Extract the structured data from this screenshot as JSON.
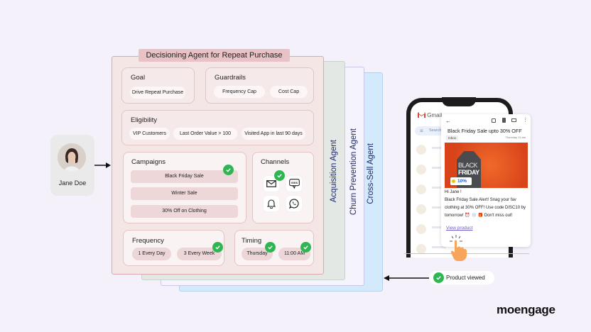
{
  "main_agent": {
    "title": "Decisioning Agent for Repeat Purchase",
    "goal": {
      "title": "Goal",
      "items": [
        "Drive Repeat Purchase"
      ]
    },
    "guardrails": {
      "title": "Guardrails",
      "items": [
        "Frequency Cap",
        "Cost Cap"
      ]
    },
    "eligibility": {
      "title": "Eligibility",
      "items": [
        "VIP Customers",
        "Last Order Value > 100",
        "Visited App in last 90 days"
      ]
    },
    "campaigns": {
      "title": "Campaigns",
      "items": [
        "Black Friday Sale",
        "Winter Sale",
        "30% Off on Clothing"
      ],
      "selected": "Black Friday Sale"
    },
    "channels": {
      "title": "Channels",
      "items": [
        {
          "icon": "email-icon",
          "selected": true
        },
        {
          "icon": "sms-icon",
          "selected": false
        },
        {
          "icon": "push-notification-bell-icon",
          "selected": false
        },
        {
          "icon": "whatsapp-icon",
          "selected": false
        }
      ]
    },
    "frequency": {
      "title": "Frequency",
      "items": [
        "1 Every Day",
        "3 Every Week"
      ],
      "selected": "3 Every Week"
    },
    "timing": {
      "title": "Timing",
      "items": [
        "Thursday",
        "11:00 AM"
      ],
      "selected": [
        "Thursday",
        "11:00 AM"
      ]
    }
  },
  "other_agents": [
    "Acquisition Agent",
    "Churn Prevention Agent",
    "Cross-Sell Agent"
  ],
  "user": {
    "name": "Jane Doe"
  },
  "phone": {
    "app_name": "Gmail",
    "search_placeholder": "Search",
    "email": {
      "subject": "Black Friday Sale upto 30% OFF",
      "label": "Inbox",
      "time": "Thursday 11 am",
      "banner_line1": "BLACK",
      "banner_line2": "FRIDAY",
      "discount_badge": "10%",
      "greeting": "Hi Jane !",
      "body": "Black Friday Sale Alert! Snag your fav clothing at 30% OFF! Use code DISC10 by tomorrow! ⏰ ❄️ 🎁  Don't miss out!",
      "cta": "View product"
    }
  },
  "event": {
    "label": "Product viewed"
  },
  "brand": {
    "name": "moengage"
  },
  "colors": {
    "check_green": "#2fb552",
    "cross_sell_blue": "#d3e9fc",
    "acquisition_gray": "#e3e8e4",
    "main_pink": "#f5e6e6"
  }
}
